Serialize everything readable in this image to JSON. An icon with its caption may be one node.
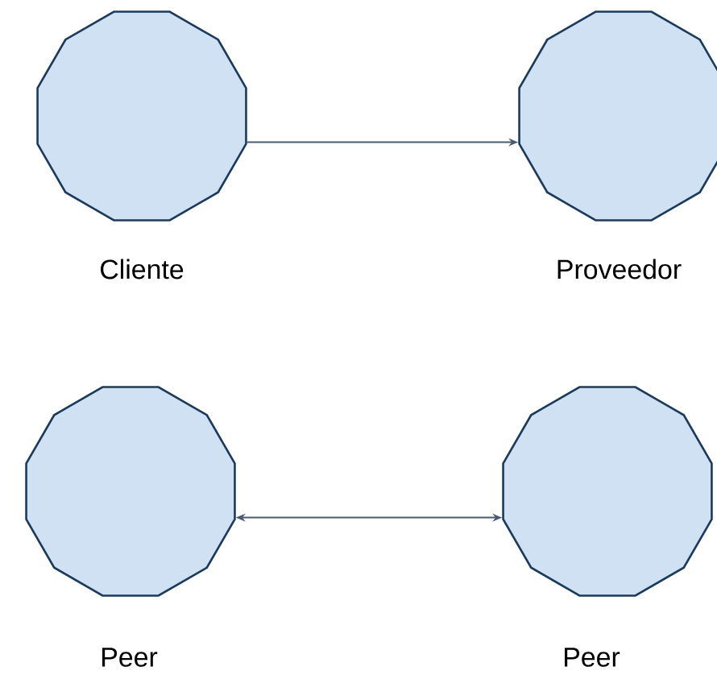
{
  "diagram": {
    "nodes": [
      {
        "text": [
          "Cliente"
        ]
      },
      {
        "text": [
          "Proveedor"
        ]
      },
      {
        "text": [
          "Peer"
        ]
      },
      {
        "text": [
          "Peer"
        ]
      }
    ],
    "edges": [
      {
        "from": 0,
        "to": 1,
        "arrow": "to"
      },
      {
        "from": 2,
        "to": 3,
        "arrow": "both"
      }
    ]
  }
}
